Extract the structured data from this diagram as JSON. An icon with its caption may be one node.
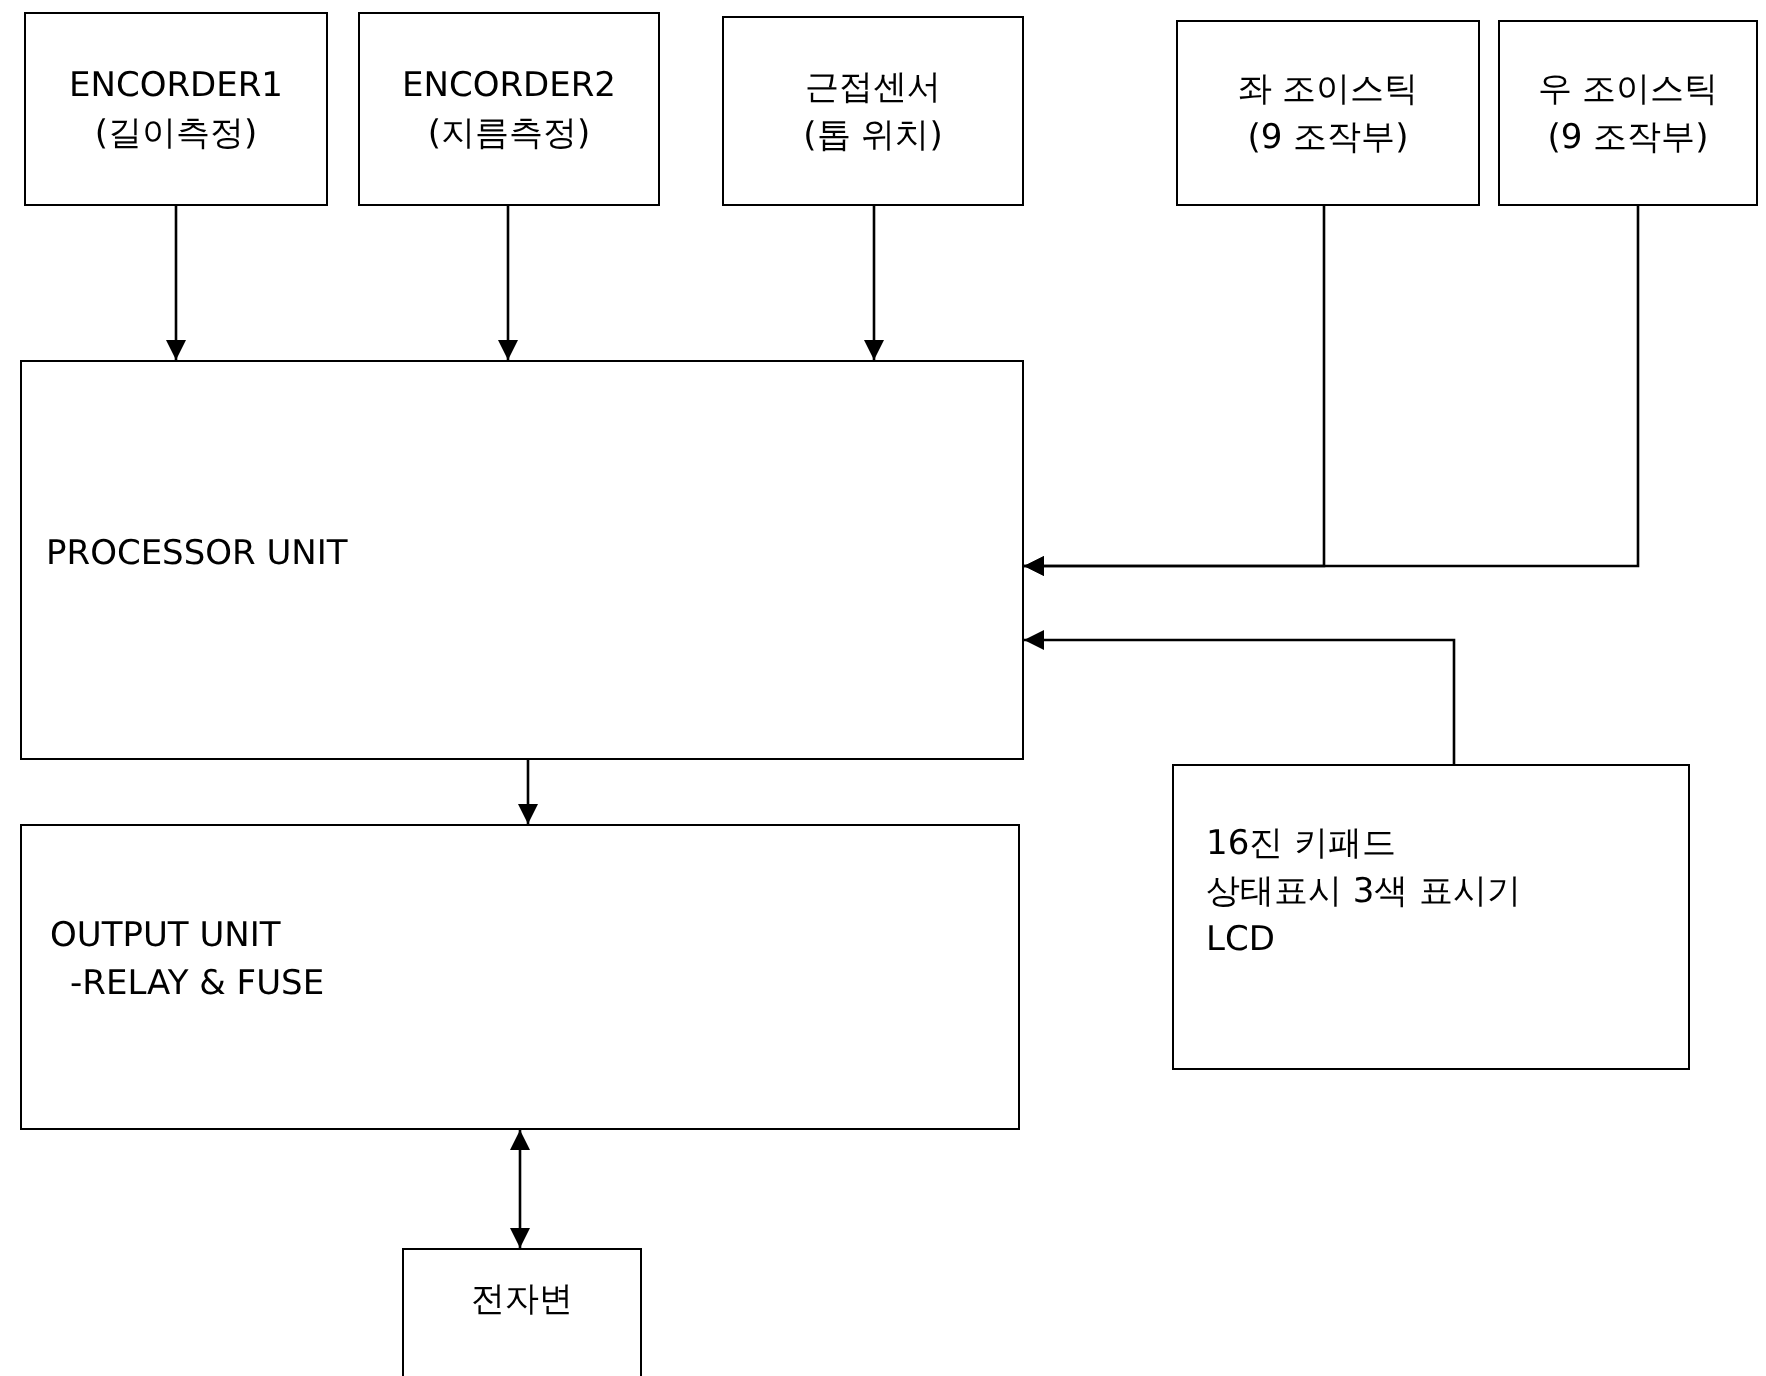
{
  "diagram": {
    "nodes": [
      {
        "text": [
          "ENCORDER1",
          "(길이측정)"
        ]
      },
      {
        "text": [
          "ENCORDER2",
          "(지름측정)"
        ]
      },
      {
        "text": [
          "근접센서",
          "(톱 위치)"
        ]
      },
      {
        "text": [
          "좌 조이스틱",
          "(9 조작부)"
        ]
      },
      {
        "text": [
          "우 조이스틱",
          "(9 조작부)"
        ]
      },
      {
        "text": [
          "PROCESSOR UNIT"
        ]
      },
      {
        "text": [
          "OUTPUT UNIT",
          "-RELAY & FUSE"
        ]
      },
      {
        "text": [
          "16진 키패드",
          "상태표시 3색 표시기",
          "LCD"
        ]
      },
      {
        "text": [
          "전자변"
        ]
      }
    ],
    "edges": [
      {
        "from": 0,
        "to": 5,
        "arrow": "to"
      },
      {
        "from": 1,
        "to": 5,
        "arrow": "to"
      },
      {
        "from": 2,
        "to": 5,
        "arrow": "to"
      },
      {
        "from": 3,
        "to": 5,
        "arrow": "to"
      },
      {
        "from": 4,
        "to": 5,
        "arrow": "to"
      },
      {
        "from": 7,
        "to": 5,
        "arrow": "to"
      },
      {
        "from": 5,
        "to": 6,
        "arrow": "to"
      },
      {
        "from": 6,
        "to": 8,
        "arrow": "both"
      }
    ]
  }
}
